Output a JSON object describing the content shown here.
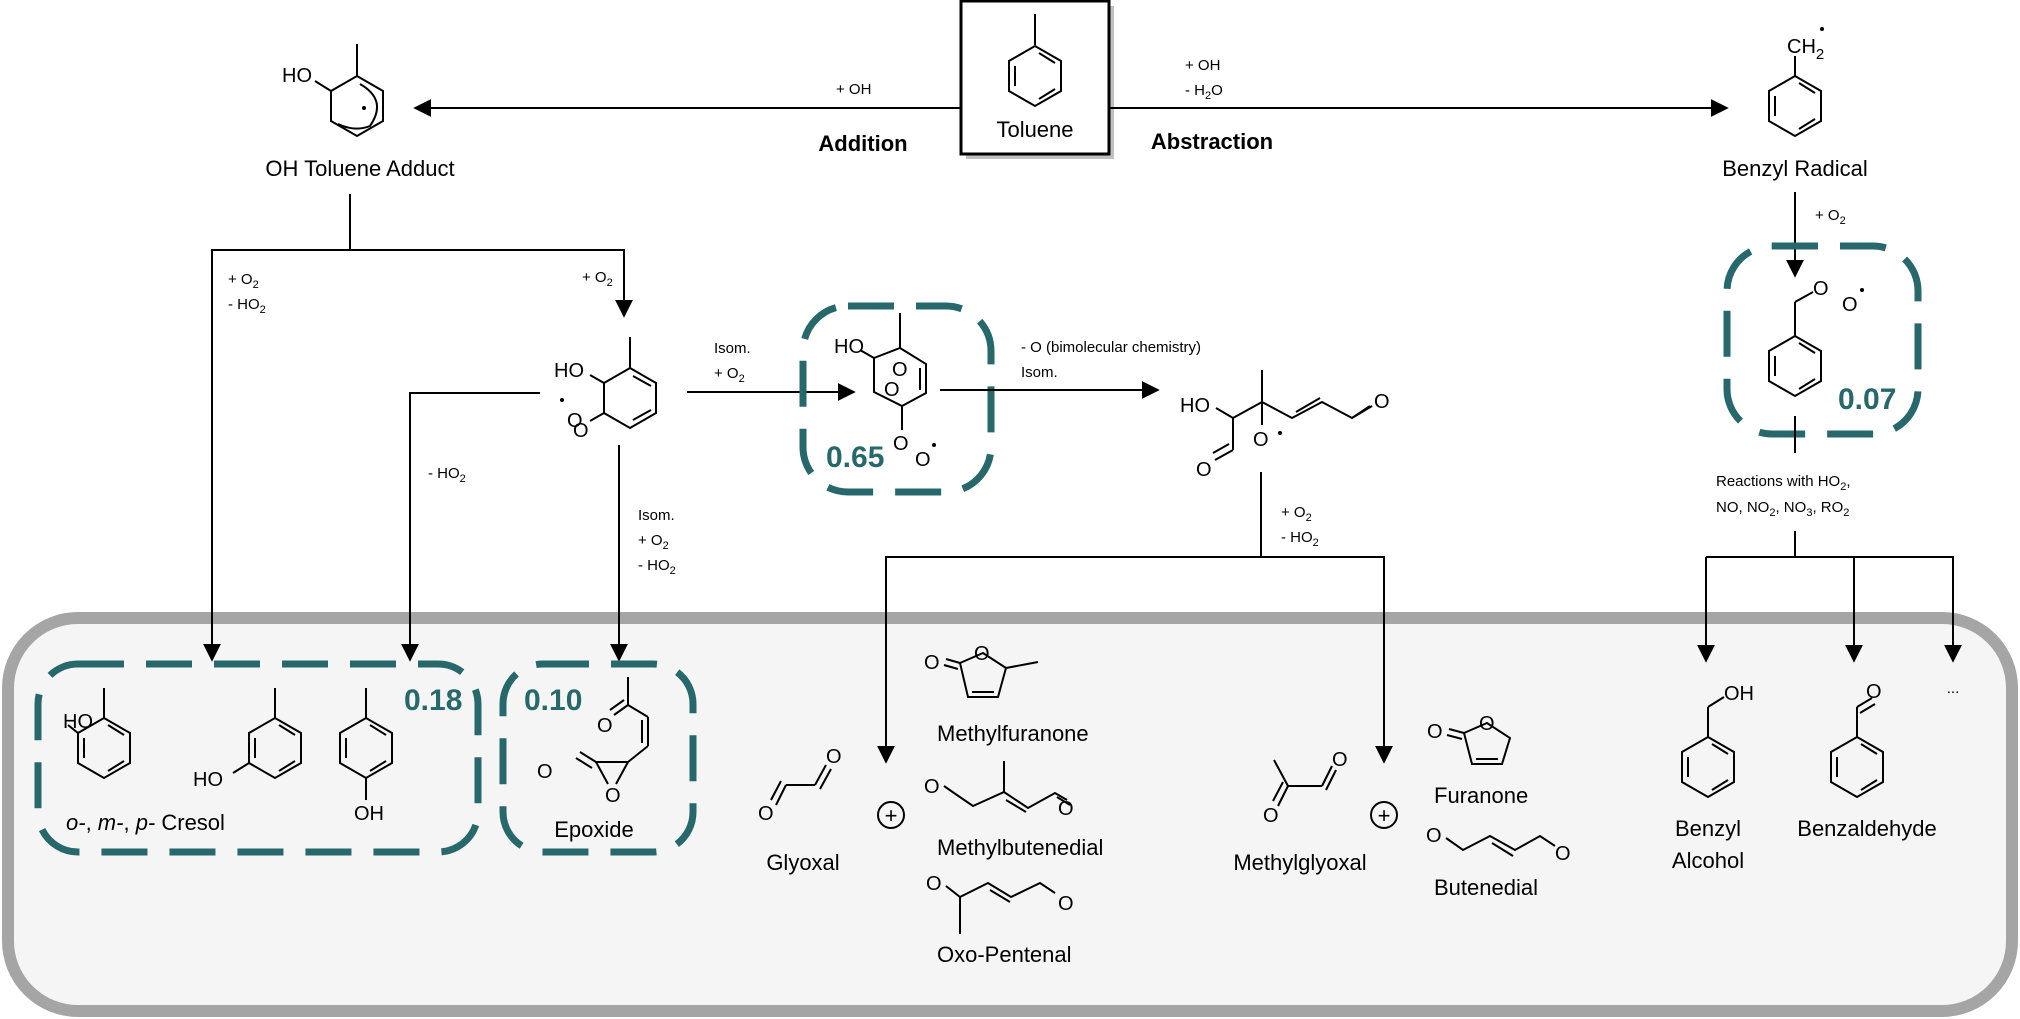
{
  "start": {
    "name": "Toluene"
  },
  "pathways": {
    "addition": {
      "label": "Addition",
      "reagent": "+ OH"
    },
    "abstraction": {
      "label": "Abstraction",
      "reagent1": "+ OH",
      "reagent2": "- H",
      "reagent2_sub": "2",
      "reagent2_tail": "O"
    }
  },
  "intermediates": {
    "oh_adduct": {
      "name": "OH Toluene Adduct",
      "atom_ho": "HO"
    },
    "benzyl_radical": {
      "name": "Benzyl Radical",
      "atom_ch": "CH",
      "atom_sub": "2"
    },
    "peroxy": {
      "atom_ho": "HO",
      "atom_o1": "O",
      "atom_o2": "O"
    },
    "bicyclic": {
      "atom_ho": "HO",
      "atom_o": "O",
      "yield": "0.65"
    },
    "alkoxy": {
      "atom_ho": "HO",
      "atom_o": "O"
    },
    "benzyl_peroxy": {
      "atom_o": "O",
      "yield": "0.07"
    }
  },
  "conditions": {
    "o2_minus_ho2": {
      "l1": "+ O",
      "l1_sub": "2",
      "l2": "- HO",
      "l2_sub": "2"
    },
    "plus_o2": {
      "l1": "+ O",
      "l1_sub": "2"
    },
    "minus_ho2": {
      "l1": "- HO",
      "l1_sub": "2"
    },
    "isom_o2": {
      "l1": "Isom.",
      "l2": "+ O",
      "l2_sub": "2"
    },
    "isom_o2_ho2": {
      "l1": "Isom.",
      "l2": "+ O",
      "l2_sub": "2",
      "l3": "- HO",
      "l3_sub": "2"
    },
    "bimolecular": {
      "l1": "- O (bimolecular chemistry)",
      "l2": "Isom."
    },
    "alkoxy_o2_ho2": {
      "l1": "+ O",
      "l1_sub": "2",
      "l2": "- HO",
      "l2_sub": "2"
    },
    "benzyl_o2": {
      "l1": "+ O",
      "l1_sub": "2"
    },
    "benzyl_reactions": {
      "l1": "Reactions with HO",
      "l1_sub": "2",
      "l1_tail": ",",
      "l2a": "NO, NO",
      "l2a_sub": "2",
      "l2b": ", NO",
      "l2b_sub": "3",
      "l2c": ", RO",
      "l2c_sub": "2"
    }
  },
  "products": {
    "cresol": {
      "name_o": "o-",
      "sep1": ", ",
      "name_m": "m-",
      "sep2": ", ",
      "name_p": "p-",
      "tail": " Cresol",
      "yield": "0.18",
      "atom_ho": "HO",
      "atom_oh": "OH"
    },
    "epoxide": {
      "name": "Epoxide",
      "yield": "0.10",
      "atom_o": "O"
    },
    "glyoxal": {
      "name": "Glyoxal"
    },
    "methylfuranone": {
      "name": "Methylfuranone"
    },
    "methylbutenedial": {
      "name": "Methylbutenedial"
    },
    "oxo_pentenal": {
      "name": "Oxo-Pentenal"
    },
    "methylglyoxal": {
      "name": "Methylglyoxal"
    },
    "furanone": {
      "name": "Furanone"
    },
    "butenedial": {
      "name": "Butenedial"
    },
    "benzyl_alcohol": {
      "name_l1": "Benzyl",
      "name_l2": "Alcohol",
      "atom_oh": "OH"
    },
    "benzaldehyde": {
      "name": "Benzaldehyde"
    },
    "more": {
      "name": "..."
    }
  },
  "symbols": {
    "plus": "+"
  },
  "colors": {
    "accent": "#26686b",
    "panel_fill": "#f5f5f5",
    "panel_border": "#a5a5a5"
  }
}
